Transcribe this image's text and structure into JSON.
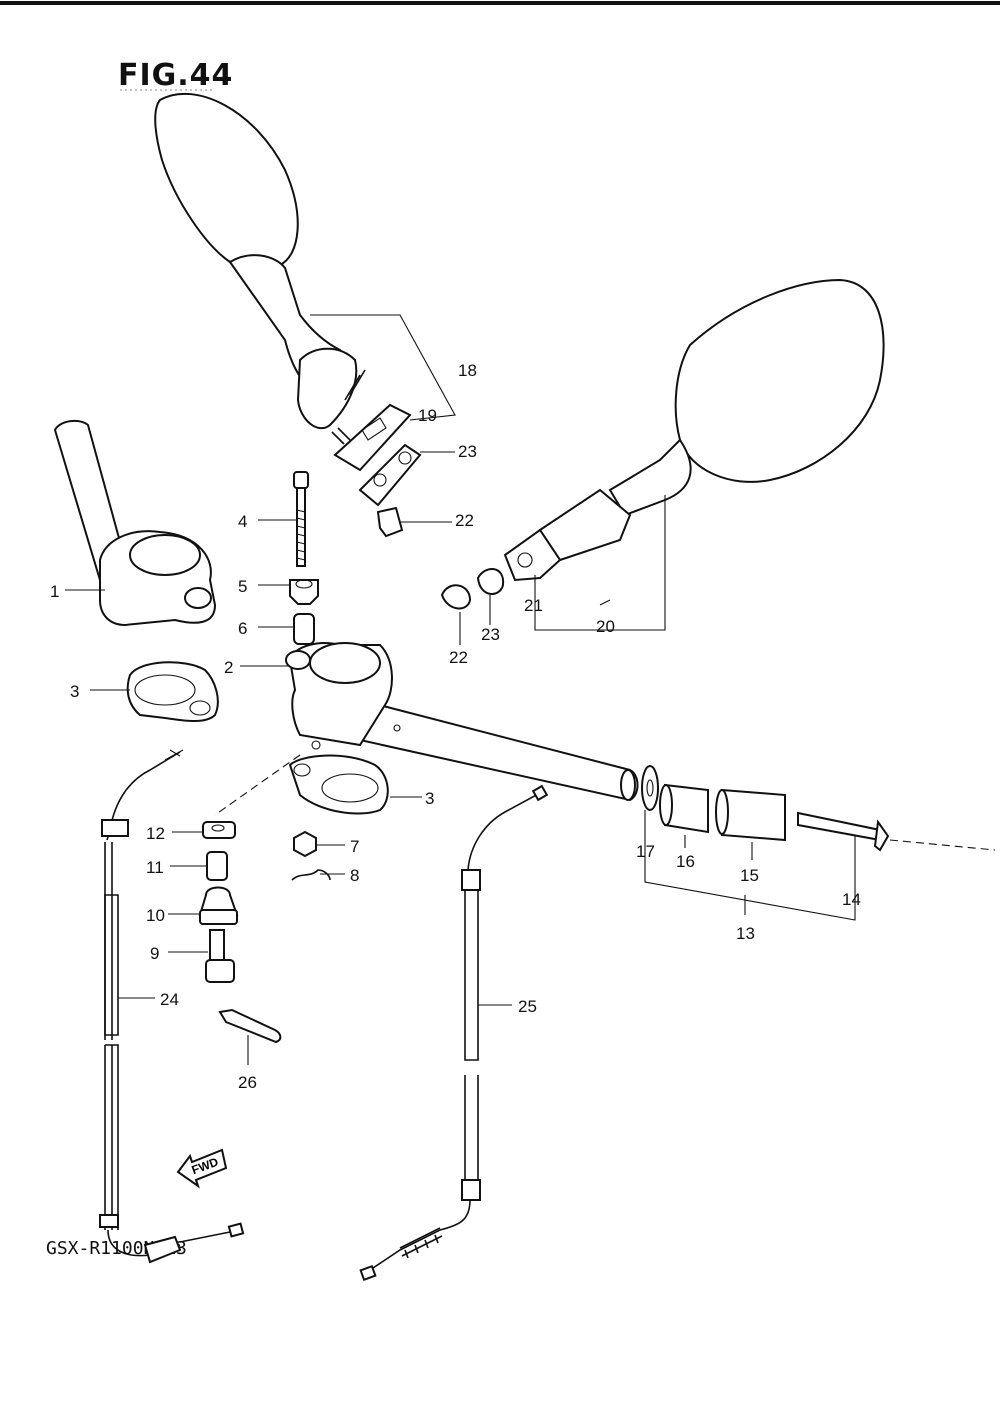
{
  "figure_title": "FIG.44",
  "model_label": "GSX-R1100N  E3",
  "fwd_label": "FWD",
  "callouts": [
    "1",
    "2",
    "3",
    "3",
    "4",
    "5",
    "6",
    "7",
    "8",
    "9",
    "10",
    "11",
    "12",
    "13",
    "14",
    "15",
    "16",
    "17",
    "18",
    "19",
    "20",
    "21",
    "22",
    "22",
    "23",
    "23",
    "24",
    "25",
    "26"
  ]
}
